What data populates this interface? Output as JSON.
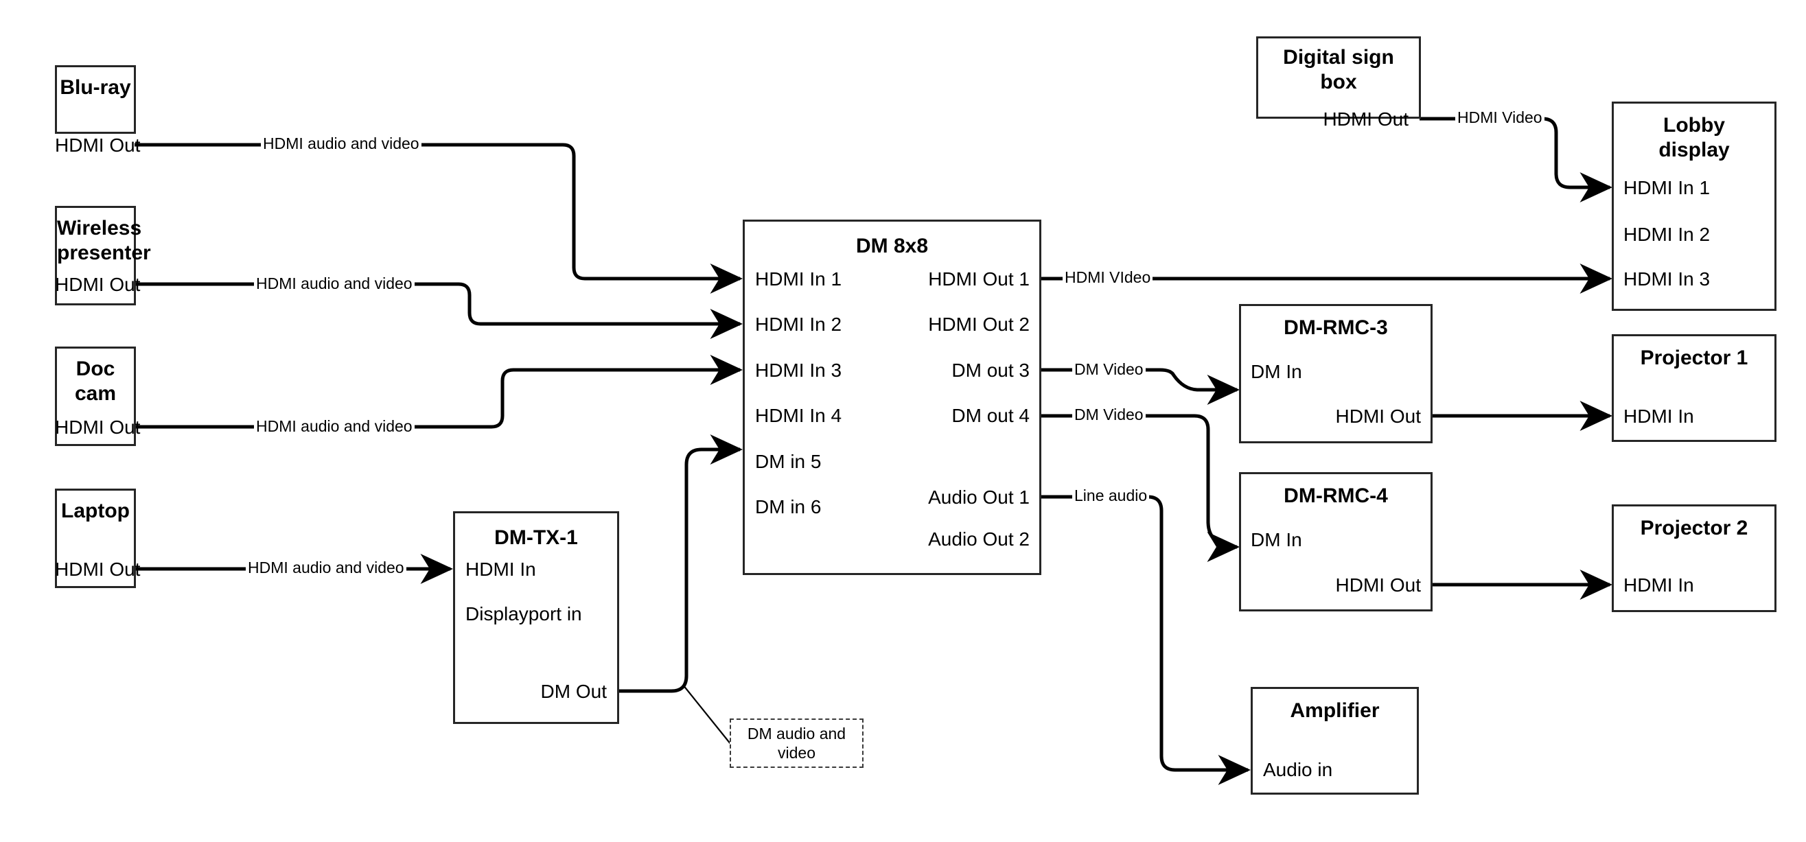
{
  "diagram": {
    "title": "AV signal flow diagram",
    "stroke_color": "#262626",
    "background": "#ffffff"
  },
  "nodes": {
    "bluray": {
      "title": "Blu-ray",
      "ports": [
        "HDMI Out"
      ]
    },
    "wireless": {
      "title": "Wireless presenter",
      "title_line1": "Wireless",
      "title_line2": "presenter",
      "ports": [
        "HDMI Out"
      ]
    },
    "doccam": {
      "title": "Doc cam",
      "ports": [
        "HDMI Out"
      ]
    },
    "laptop": {
      "title": "Laptop",
      "ports": [
        "HDMI Out"
      ]
    },
    "dmtx1": {
      "title": "DM-TX-1",
      "ports": [
        "HDMI In",
        "Displayport in",
        "DM Out"
      ]
    },
    "dm8x8": {
      "title": "DM 8x8",
      "inputs": [
        "HDMI In 1",
        "HDMI In 2",
        "HDMI In 3",
        "HDMI In 4",
        "DM in 5",
        "DM in 6"
      ],
      "outputs": [
        "HDMI Out 1",
        "HDMI Out 2",
        "DM out 3",
        "DM out 4",
        "Audio Out 1",
        "Audio Out 2"
      ]
    },
    "digitalsign": {
      "title": "Digital sign box",
      "title_line1": "Digital sign",
      "title_line2": "box",
      "ports": [
        "HDMI Out"
      ]
    },
    "lobby": {
      "title": "Lobby display",
      "title_line1": "Lobby",
      "title_line2": "display",
      "ports": [
        "HDMI In 1",
        "HDMI In 2",
        "HDMI In 3"
      ]
    },
    "dmrmc3": {
      "title": "DM-RMC-3",
      "ports": [
        "DM In",
        "HDMI Out"
      ]
    },
    "dmrmc4": {
      "title": "DM-RMC-4",
      "ports": [
        "DM In",
        "HDMI Out"
      ]
    },
    "projector1": {
      "title": "Projector 1",
      "ports": [
        "HDMI In"
      ]
    },
    "projector2": {
      "title": "Projector 2",
      "ports": [
        "HDMI In"
      ]
    },
    "amplifier": {
      "title": "Amplifier",
      "ports": [
        "Audio in"
      ]
    }
  },
  "edge_labels": {
    "bluray_to_dm": "HDMI audio and video",
    "wireless_to_dm": "HDMI audio and video",
    "doccam_to_dm": "HDMI audio and video",
    "laptop_to_tx": "HDMI audio and video",
    "dm_out1_to_lobby": "HDMI VIdeo",
    "dm_out3_to_rmc3": "DM Video",
    "dm_out4_to_rmc4": "DM Video",
    "dm_audio1_to_amp": "Line audio",
    "sign_to_lobby": "HDMI Video"
  },
  "notes": {
    "dm_audio_video": "DM audio and video"
  }
}
